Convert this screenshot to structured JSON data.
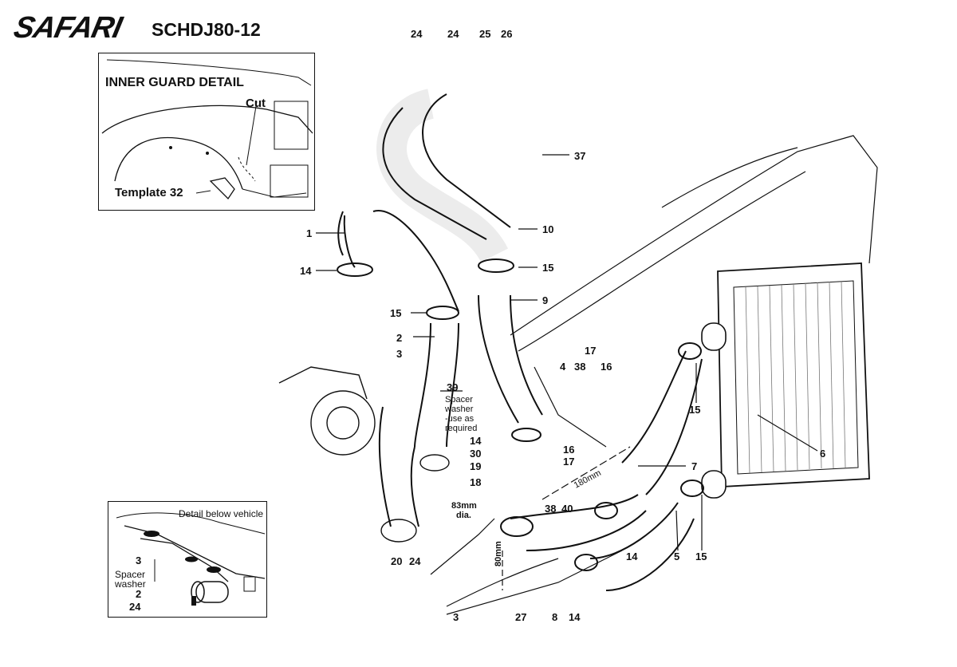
{
  "header": {
    "brand": "SAFARI",
    "model": "SCHDJ80-12"
  },
  "inner_guard": {
    "title": "INNER GUARD DETAIL",
    "cut_label": "Cut",
    "template_label": "Template 32"
  },
  "below_vehicle": {
    "title": "Detail below vehicle",
    "labels": [
      "3",
      "Spacer",
      "washer",
      "2",
      "24"
    ]
  },
  "callouts": [
    {
      "id": "c1",
      "text": "1"
    },
    {
      "id": "c2",
      "text": "2"
    },
    {
      "id": "c3",
      "text": "3"
    },
    {
      "id": "c4",
      "text": "4"
    },
    {
      "id": "c5",
      "text": "5"
    },
    {
      "id": "c6",
      "text": "6"
    },
    {
      "id": "c7",
      "text": "7"
    },
    {
      "id": "c8",
      "text": "8"
    },
    {
      "id": "c9",
      "text": "9"
    },
    {
      "id": "c10",
      "text": "10"
    },
    {
      "id": "c14a",
      "text": "14"
    },
    {
      "id": "c14b",
      "text": "14"
    },
    {
      "id": "c14c",
      "text": "14"
    },
    {
      "id": "c14d",
      "text": "14"
    },
    {
      "id": "c15a",
      "text": "15"
    },
    {
      "id": "c15b",
      "text": "15"
    },
    {
      "id": "c15c",
      "text": "15"
    },
    {
      "id": "c15d",
      "text": "15"
    },
    {
      "id": "c16a",
      "text": "16"
    },
    {
      "id": "c16b",
      "text": "16"
    },
    {
      "id": "c17a",
      "text": "17"
    },
    {
      "id": "c17b",
      "text": "17"
    },
    {
      "id": "c18",
      "text": "18"
    },
    {
      "id": "c19",
      "text": "19"
    },
    {
      "id": "c20",
      "text": "20"
    },
    {
      "id": "c24a",
      "text": "24"
    },
    {
      "id": "c24b",
      "text": "24"
    },
    {
      "id": "c24c",
      "text": "24"
    },
    {
      "id": "c25",
      "text": "25"
    },
    {
      "id": "c26",
      "text": "26"
    },
    {
      "id": "c27",
      "text": "27"
    },
    {
      "id": "c30",
      "text": "30"
    },
    {
      "id": "c37",
      "text": "37"
    },
    {
      "id": "c38a",
      "text": "38"
    },
    {
      "id": "c38b",
      "text": "38"
    },
    {
      "id": "c39",
      "text": "39"
    },
    {
      "id": "c40",
      "text": "40"
    },
    {
      "id": "c3b",
      "text": "3"
    }
  ],
  "notes": {
    "spacer_1": "Spacer",
    "spacer_2": "washer",
    "spacer_3": "-use as",
    "spacer_4": "required",
    "dim_180": "180mm",
    "dim_83a": "83mm",
    "dim_83b": "dia.",
    "dim_80": "80mm"
  }
}
